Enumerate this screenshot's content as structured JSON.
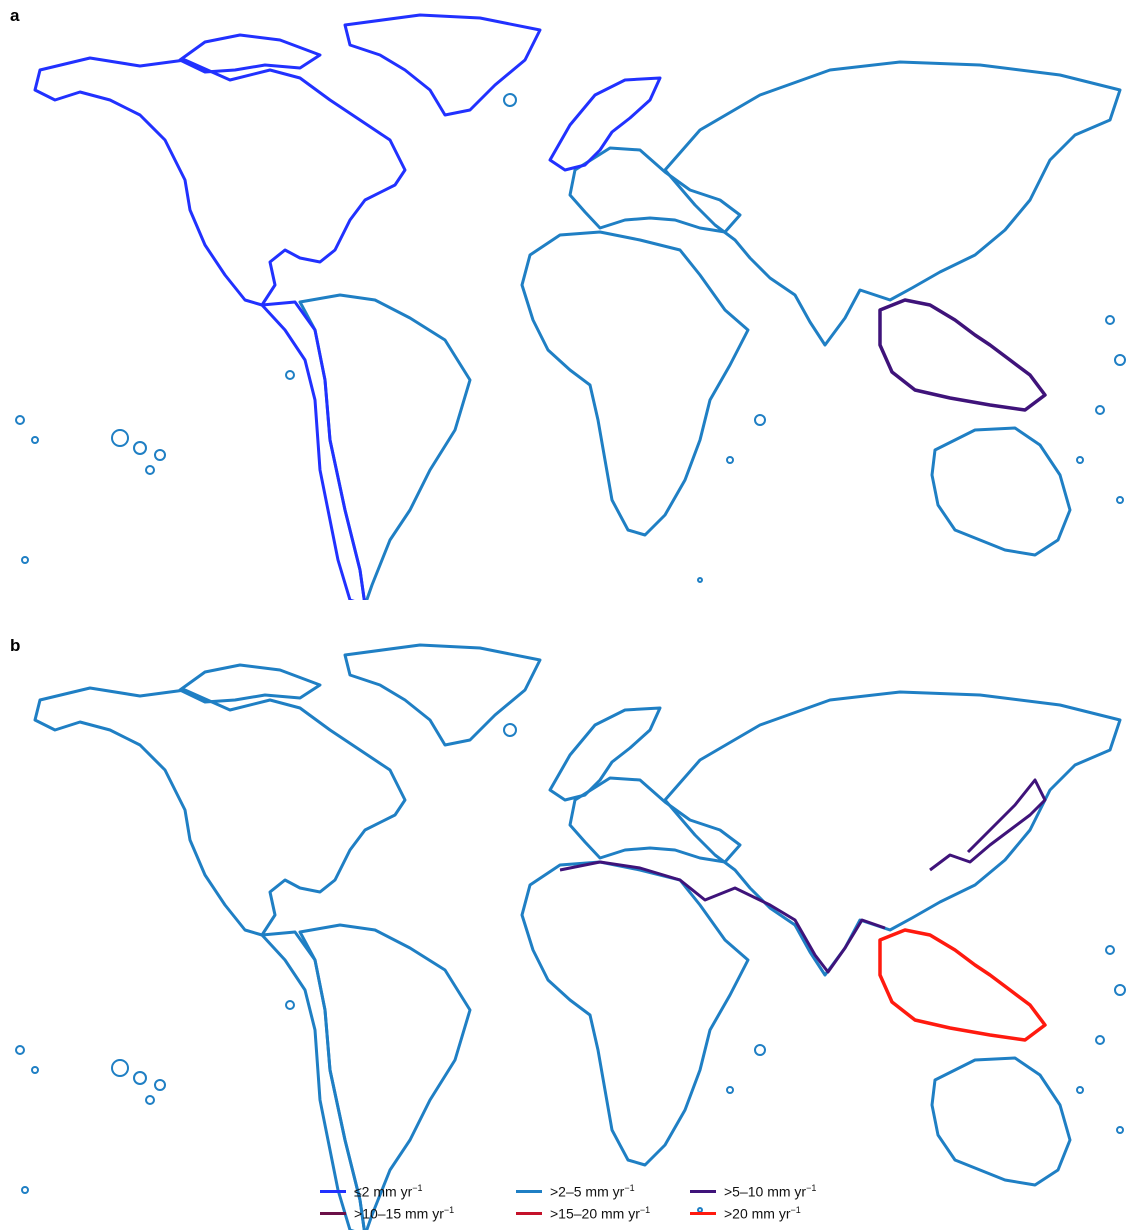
{
  "panels": [
    {
      "label": "a"
    },
    {
      "label": "b"
    }
  ],
  "legend": [
    {
      "prefix": "≤2 mm yr",
      "exp": "−1",
      "color": "#2131ff"
    },
    {
      "prefix": ">2–5 mm yr",
      "exp": "−1",
      "color": "#1f7fc4"
    },
    {
      "prefix": ">5–10 mm yr",
      "exp": "−1",
      "color": "#3f137a"
    },
    {
      "prefix": ">10–15 mm yr",
      "exp": "−1",
      "color": "#6b1048"
    },
    {
      "prefix": ">15–20 mm yr",
      "exp": "−1",
      "color": "#c4122a"
    },
    {
      "prefix": ">20 mm yr",
      "exp": "−1",
      "color": "#ff1a0f"
    }
  ],
  "regions": {
    "a": {
      "north_america": "#2131ff",
      "greenland": "#2131ff",
      "arctic_canada": "#2131ff",
      "south_america_west": "#2131ff",
      "south_america_east": "#1f7fc4",
      "europe": "#1f7fc4",
      "scandinavia": "#2131ff",
      "africa": "#1f7fc4",
      "asia": "#1f7fc4",
      "southeast_asia": "#3f137a",
      "australia": "#1f7fc4",
      "islands": "#1f7fc4"
    },
    "b": {
      "north_america": "#1f7fc4",
      "greenland": "#1f7fc4",
      "arctic_canada": "#1f7fc4",
      "south_america_west": "#1f7fc4",
      "south_america_east": "#1f7fc4",
      "europe": "#1f7fc4",
      "scandinavia": "#1f7fc4",
      "africa": "#1f7fc4",
      "asia": "#1f7fc4",
      "south_asia_coast": "#3f137a",
      "east_asia_coast": "#3f137a",
      "southeast_asia": "#ff1a0f",
      "australia": "#1f7fc4",
      "islands": "#1f7fc4"
    }
  }
}
